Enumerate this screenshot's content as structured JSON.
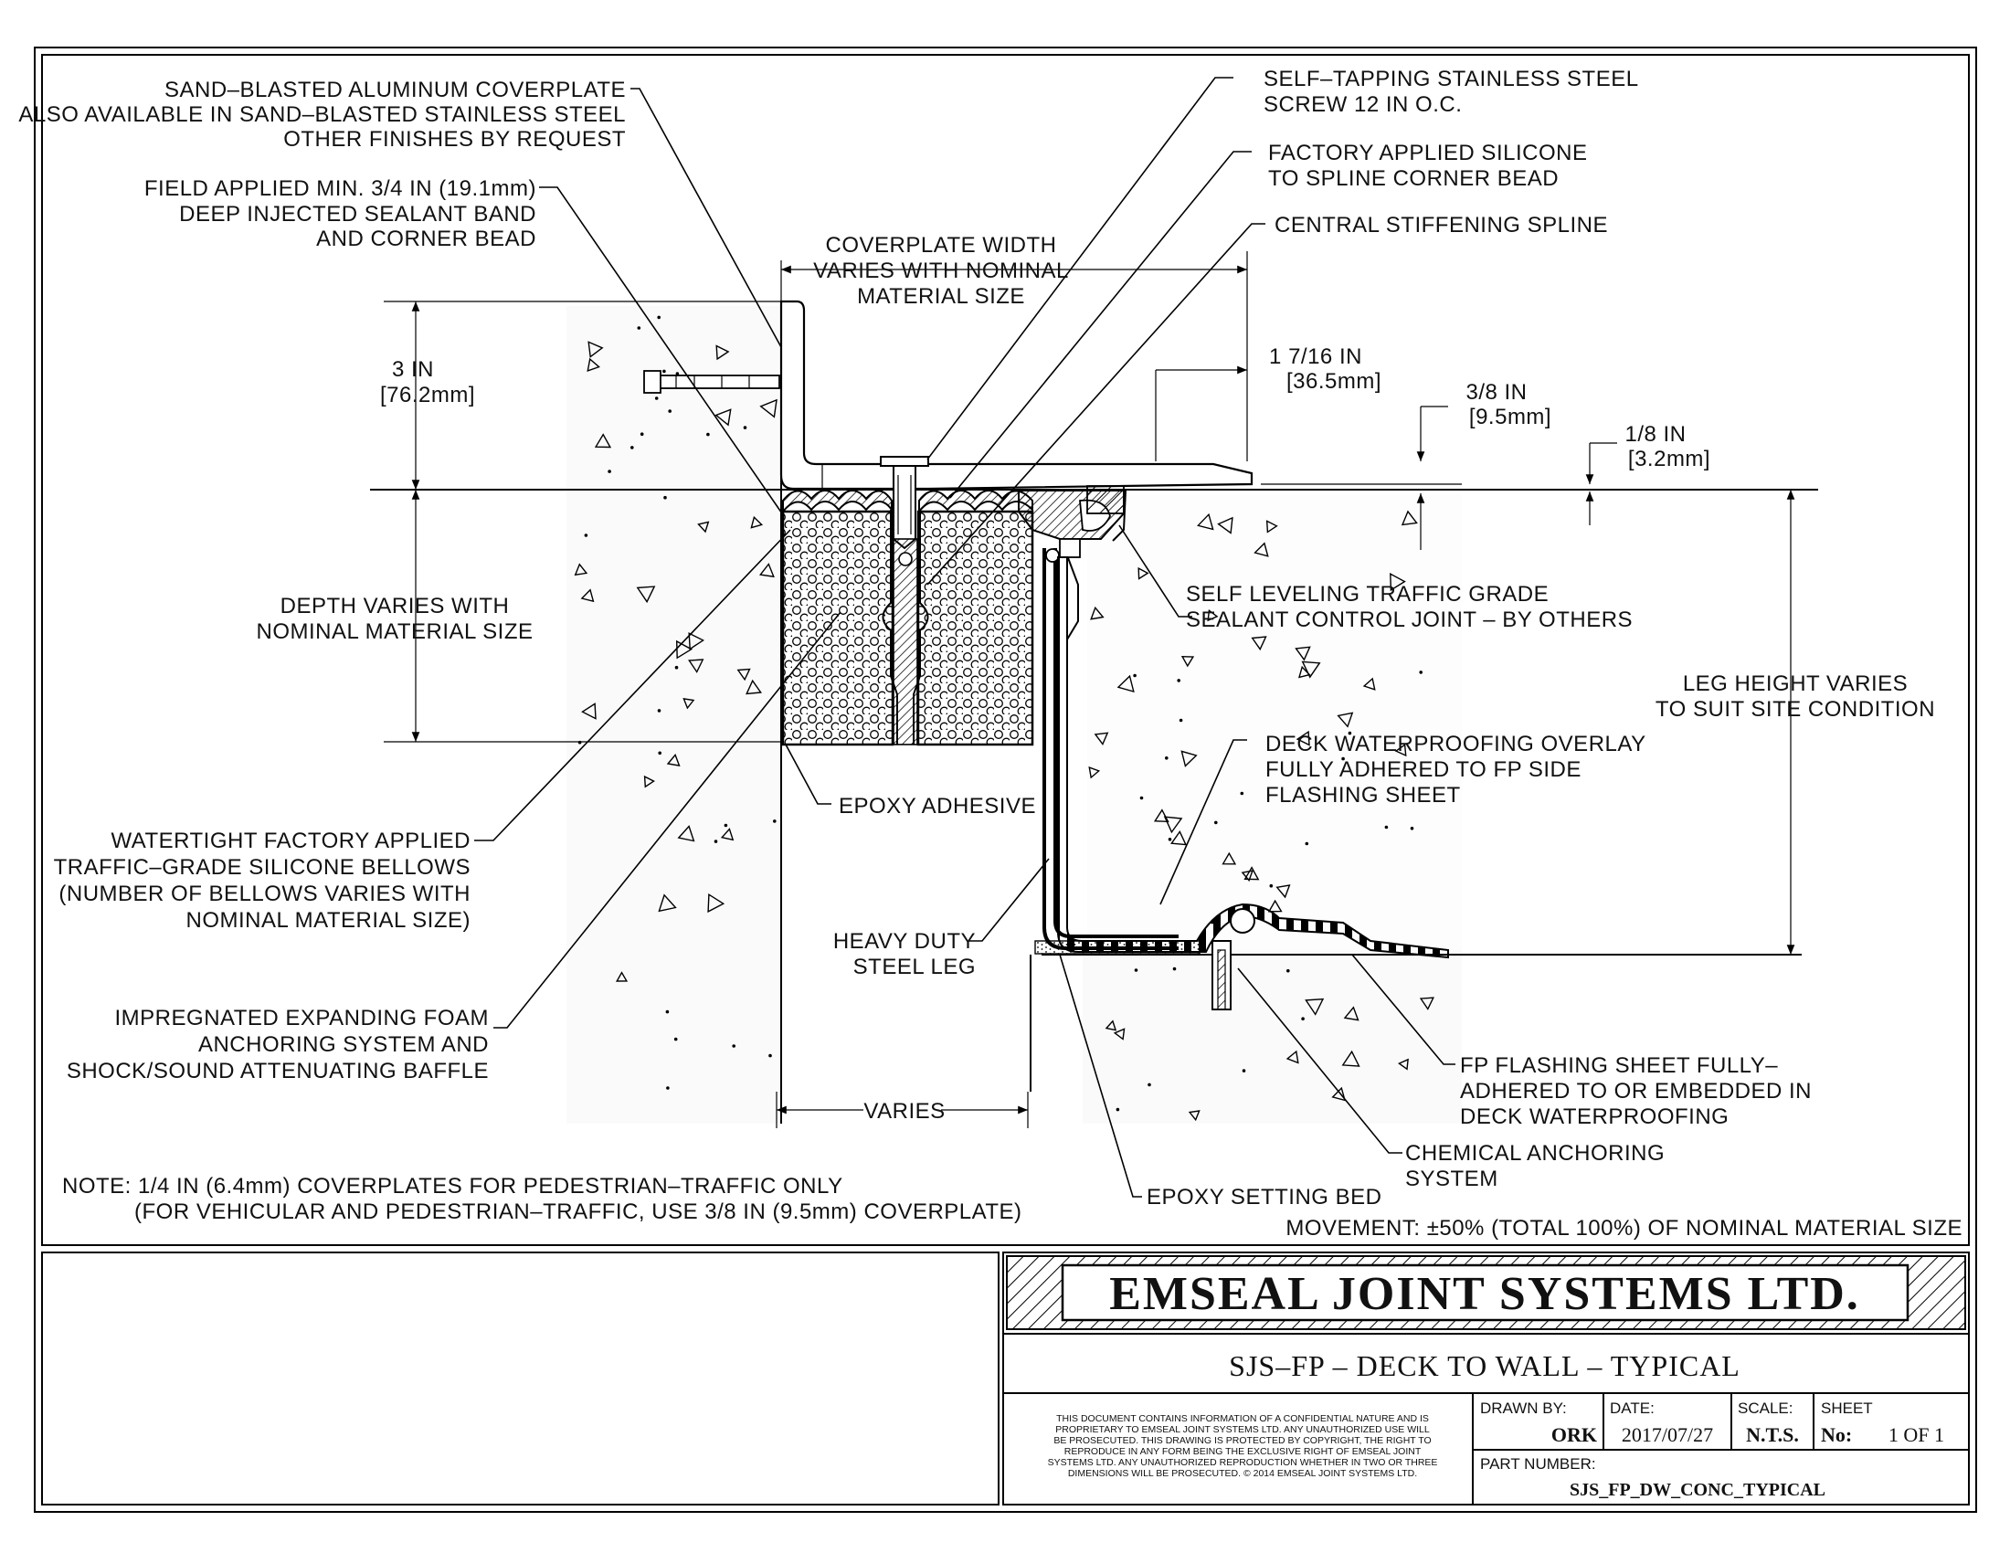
{
  "labels": {
    "coverplate": [
      "SAND–BLASTED ALUMINUM COVERPLATE",
      "ALSO AVAILABLE IN SAND–BLASTED STAINLESS STEEL",
      "OTHER FINISHES BY REQUEST"
    ],
    "sealant_band": [
      "FIELD APPLIED MIN. 3/4 IN (19.1mm)",
      "DEEP INJECTED SEALANT BAND",
      "AND CORNER BEAD"
    ],
    "screw": [
      "SELF–TAPPING STAINLESS STEEL",
      "SCREW 12 IN O.C."
    ],
    "silicone_bead": [
      "FACTORY APPLIED SILICONE",
      "TO SPLINE CORNER BEAD"
    ],
    "spline": "CENTRAL STIFFENING SPLINE",
    "coverplate_width": [
      "COVERPLATE WIDTH",
      "VARIES WITH NOMINAL",
      "MATERIAL SIZE"
    ],
    "dim_3in": [
      "3 IN",
      "[76.2mm]"
    ],
    "dim_1_7_16": [
      "1 7/16 IN",
      "[36.5mm]"
    ],
    "dim_3_8": [
      "3/8 IN",
      "[9.5mm]"
    ],
    "dim_1_8": [
      "1/8 IN",
      "[3.2mm]"
    ],
    "depth": [
      "DEPTH VARIES WITH",
      "NOMINAL MATERIAL SIZE"
    ],
    "self_leveling": [
      "SELF LEVELING TRAFFIC GRADE",
      "SEALANT CONTROL JOINT – BY OTHERS"
    ],
    "leg_height": [
      "LEG HEIGHT VARIES",
      "TO SUIT SITE CONDITION"
    ],
    "deck_overlay": [
      "DECK WATERPROOFING OVERLAY",
      "FULLY ADHERED TO FP SIDE",
      "FLASHING SHEET"
    ],
    "epoxy_adhesive": "EPOXY ADHESIVE",
    "bellows": [
      "WATERTIGHT FACTORY APPLIED",
      "TRAFFIC–GRADE SILICONE BELLOWS",
      "(NUMBER OF BELLOWS VARIES WITH",
      "NOMINAL MATERIAL SIZE)"
    ],
    "steel_leg": [
      "HEAVY DUTY",
      "STEEL LEG"
    ],
    "foam": [
      "IMPREGNATED EXPANDING FOAM",
      "ANCHORING SYSTEM AND",
      "SHOCK/SOUND ATTENUATING BAFFLE"
    ],
    "varies": "VARIES",
    "fp_flashing": [
      "FP FLASHING SHEET FULLY–",
      "ADHERED TO OR EMBEDDED IN",
      "DECK WATERPROOFING"
    ],
    "chemical_anchor": [
      "CHEMICAL ANCHORING",
      "SYSTEM"
    ],
    "epoxy_bed": "EPOXY SETTING BED",
    "note": [
      "NOTE: 1/4 IN (6.4mm) COVERPLATES FOR PEDESTRIAN–TRAFFIC ONLY",
      "(FOR VEHICULAR AND PEDESTRIAN–TRAFFIC, USE 3/8 IN (9.5mm) COVERPLATE)"
    ],
    "movement": "MOVEMENT: ±50% (TOTAL 100%) OF NOMINAL MATERIAL SIZE"
  },
  "title_block": {
    "company": "EMSEAL JOINT SYSTEMS LTD.",
    "drawing_title": "SJS–FP – DECK TO WALL – TYPICAL",
    "confidential": [
      "THIS DOCUMENT CONTAINS INFORMATION OF A CONFIDENTIAL NATURE AND IS",
      "PROPRIETARY TO EMSEAL JOINT SYSTEMS LTD. ANY UNAUTHORIZED USE WILL",
      "BE PROSECUTED. THIS DRAWING IS PROTECTED BY COPYRIGHT, THE RIGHT TO",
      "REPRODUCE IN ANY FORM BEING THE EXCLUSIVE RIGHT OF EMSEAL JOINT",
      "SYSTEMS LTD. ANY UNAUTHORIZED REPRODUCTION WHETHER IN TWO OR THREE",
      "DIMENSIONS WILL BE PROSECUTED. © 2014 EMSEAL JOINT SYSTEMS LTD."
    ],
    "drawn_by_label": "DRAWN BY:",
    "drawn_by": "ORK",
    "date_label": "DATE:",
    "date": "2017/07/27",
    "scale_label": "SCALE:",
    "scale": "N.T.S.",
    "sheet_label": "SHEET",
    "sheet_no_label": "No:",
    "sheet": "1 OF 1",
    "part_number_label": "PART NUMBER:",
    "part_number": "SJS_FP_DW_CONC_TYPICAL"
  }
}
